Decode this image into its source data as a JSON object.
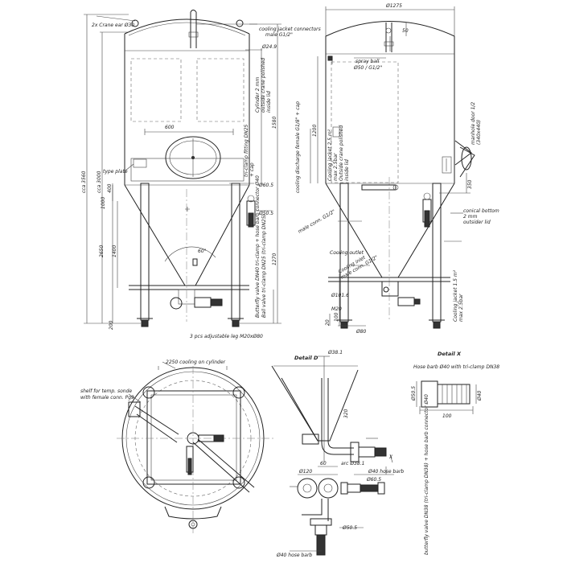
{
  "labels": {
    "crane_ear": "2x Crane ear Ø30",
    "cooling_jacket_conn": "cooling jacket connectors",
    "male": "male  G1/2\"",
    "d24": "Ø24.9",
    "cyl1": "Cylinder 2 mm",
    "cyl2": "outside crane polished",
    "cyl3": "inside lid",
    "w600": "600",
    "triclamp": "tri-clamp fitting DN25",
    "cap": "+ cap",
    "type_plate": "type plate",
    "h1000": "1000",
    "h1400": "1400",
    "h2650": "2650",
    "h1580": "1580",
    "cca3560": "cca 3560",
    "cca3000": "cca 3000",
    "h400": "400",
    "d60_5": "Ø60.5",
    "d50_5": "Ø50.5",
    "angle60": "60°",
    "h1270": "1270",
    "butterfly_left": "Butterfly valve DN40 tri-clamp + hose barb connector Ø40",
    "ball_valve": "Ball valve tri-clamp DN25 (tri-clamp DN25)",
    "legs": "3 pcs adjustable leg M20xØ80",
    "w1275": "Ø1275",
    "d50": "50",
    "spray_ball": "spray ball",
    "spray_ball2": "Ø50 / G1/2\"",
    "cooling_discharge": "cooling discharge female G1/8\" + cap",
    "h1200": "1200",
    "jacket1": "Cooling jacket 2.5 m²",
    "jacket2": "max 2.5bar",
    "jacket3": "Outside crane polished",
    "jacket4": "inside lid",
    "manhole": "manhole door 1/2",
    "manhole2": "(340x440)",
    "h350": "350",
    "cooling_outlet": "Cooling outlet",
    "cooling_outlet2": "male conn. G1/2\"",
    "conical": "conical bottom",
    "conical2": "2 mm",
    "conical3": "outsider lid",
    "cooling_jacket_15": "Cooling jacket 1.5 m²",
    "cooling_jacket_15b": "max 2.5bar",
    "cooling_inlet": "Cooling inlet",
    "cooling_inlet2": "male conn. G1/2\"",
    "d101_6": "Ø101.6",
    "m20": "M20",
    "d80": "Ø80",
    "h20": "20",
    "h100": "100",
    "h200": "200",
    "cooling_cyl": "2250 cooling on cylinder",
    "shelf": "shelf for temp. sonde",
    "shelf2": "with female conn. Pg9",
    "detail_d": "Detail D",
    "detail_x": "Detail X",
    "d38_1": "Ø38.1",
    "h320": "320",
    "x_mark": "X",
    "arc": "arc Ø38.1",
    "d120": "Ø120",
    "d60": "60",
    "d40hose": "Ø40 hose barb",
    "d60_5b": "Ø60.5",
    "d50_5b": "Ø50.5",
    "d40hose2": "Ø40 hose barb",
    "butterfly_right": "butterfly valve DN38 (tri-clamp DN38) + hose barb connector Ø40",
    "hose_barb_title": "Hose barb Ø40 with tri-clamp DN38",
    "d50_5c": "Ø50.5",
    "d40": "Ø40",
    "w100": "100"
  }
}
